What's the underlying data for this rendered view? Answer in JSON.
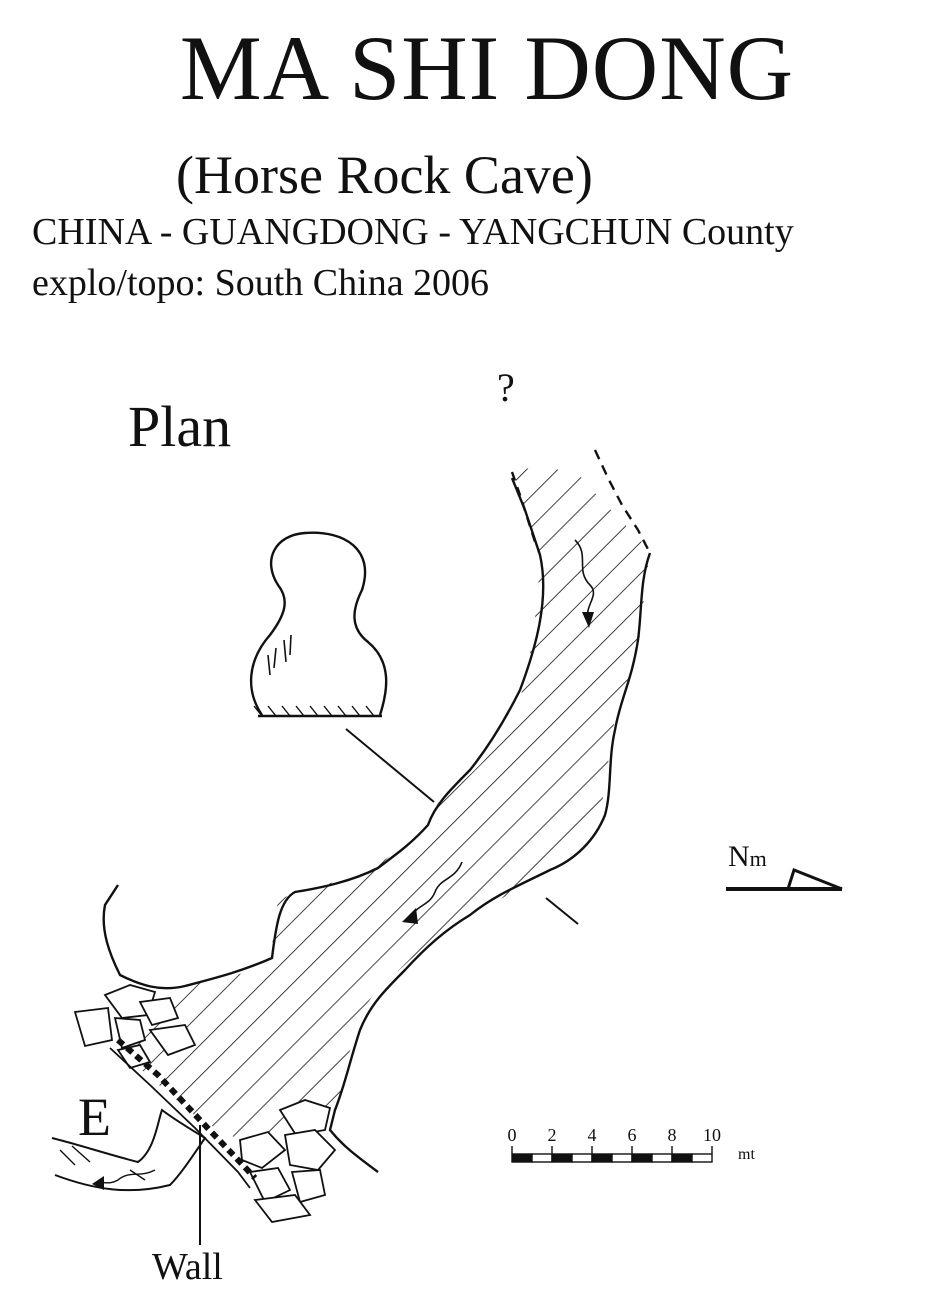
{
  "header": {
    "title": "MA SHI DONG",
    "subtitle": "(Horse Rock Cave)",
    "location": "CHINA - GUANGDONG - YANGCHUN County",
    "credits": "explo/topo: South China 2006"
  },
  "map": {
    "view_label": "Plan",
    "unknown_continuation": "?",
    "entrance_label": "E",
    "wall_label": "Wall",
    "north_label": "N",
    "north_sub": "m"
  },
  "scale_bar": {
    "ticks": [
      "0",
      "2",
      "4",
      "6",
      "8",
      "10"
    ],
    "unit": "mt"
  },
  "colors": {
    "ink": "#111111",
    "paper": "#ffffff"
  }
}
